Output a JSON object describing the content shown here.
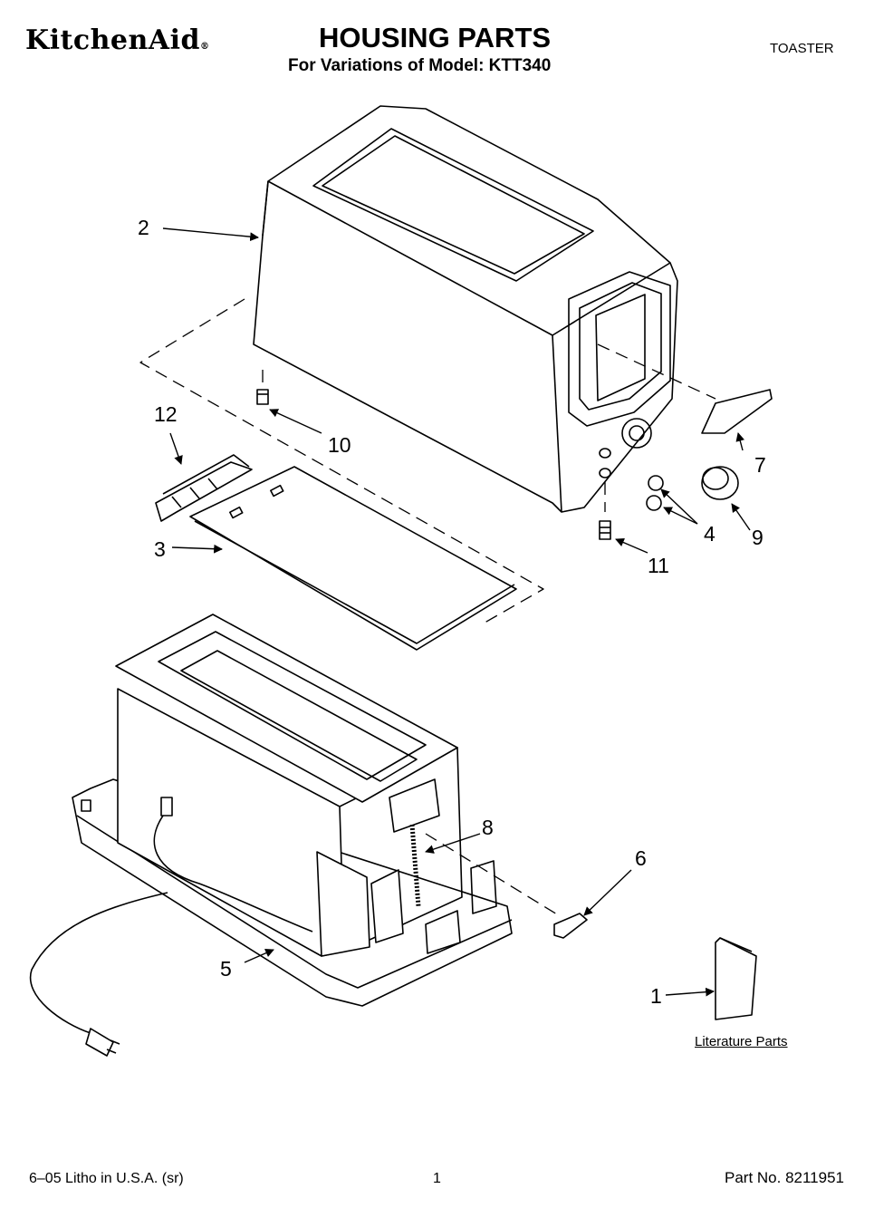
{
  "header": {
    "brand": "KitchenAid",
    "brand_mark": "®",
    "title": "HOUSING PARTS",
    "subtitle": "For Variations of Model: KTT340",
    "product": "TOASTER"
  },
  "callouts": [
    "1",
    "2",
    "3",
    "4",
    "5",
    "6",
    "7",
    "8",
    "9",
    "10",
    "11",
    "12"
  ],
  "literature_label": "Literature Parts",
  "footer": {
    "litho": "6–05 Litho in U.S.A. (sr)",
    "page": "1",
    "part_number": "Part No. 8211951"
  }
}
